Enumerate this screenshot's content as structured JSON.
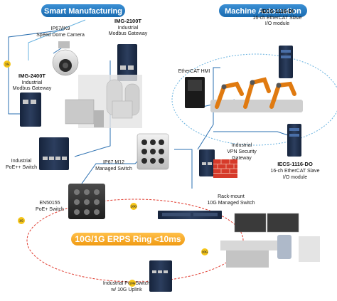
{
  "headers": {
    "smart_manufacturing": "Smart Manufacturing",
    "machine_automation": "Machine Automation"
  },
  "ring_banner": "10G/1G ERPS Ring <10ms",
  "devices": {
    "camera": {
      "line1": "IP67/IK9",
      "line2": "Speed Dome Camera"
    },
    "img2100t": {
      "model": "IMG-2100T",
      "line1": "Industrial",
      "line2": "Modbus Gateway"
    },
    "img2400t": {
      "model": "IMG-2400T",
      "line1": "Industrial",
      "line2": "Modbus Gateway"
    },
    "poe_switch": {
      "line1": "Industrial",
      "line2": "PoE++ Switch"
    },
    "m12_switch": {
      "line1": "IP67 M12",
      "line2": "Managed Switch"
    },
    "en50155": {
      "line1": "EN50155",
      "line2": "PoE+ Switch"
    },
    "ethercat_hmi": {
      "line1": "EtherCAT HMI"
    },
    "vpn_gateway": {
      "line1": "Industrial",
      "line2": "VPN Security",
      "line3": "Gateway"
    },
    "iecs_di": {
      "model": "IECS-1116-DI",
      "line1": "16-ch EtherCAT Slave",
      "line2": "I/O module"
    },
    "iecs_do": {
      "model": "IECS-1116-DO",
      "line1": "16-ch EtherCAT Slave",
      "line2": "I/O module"
    },
    "rackmount": {
      "line1": "Rack-mount",
      "line2": "10G Managed Switch"
    },
    "poe_10g": {
      "line1": "Industrial PoE Switch",
      "line2": "w/ 10G Uplink"
    }
  },
  "link_badges": [
    "1G",
    "1G",
    "10G",
    "10G",
    "10G"
  ],
  "colors": {
    "header_blue": "#1f7fc6",
    "ring_orange": "#f5a623",
    "ring_line": "#e03a2e",
    "link_blue": "#2a6fb0",
    "badge_yellow": "#f5c518",
    "device_navy": "#22304a"
  }
}
